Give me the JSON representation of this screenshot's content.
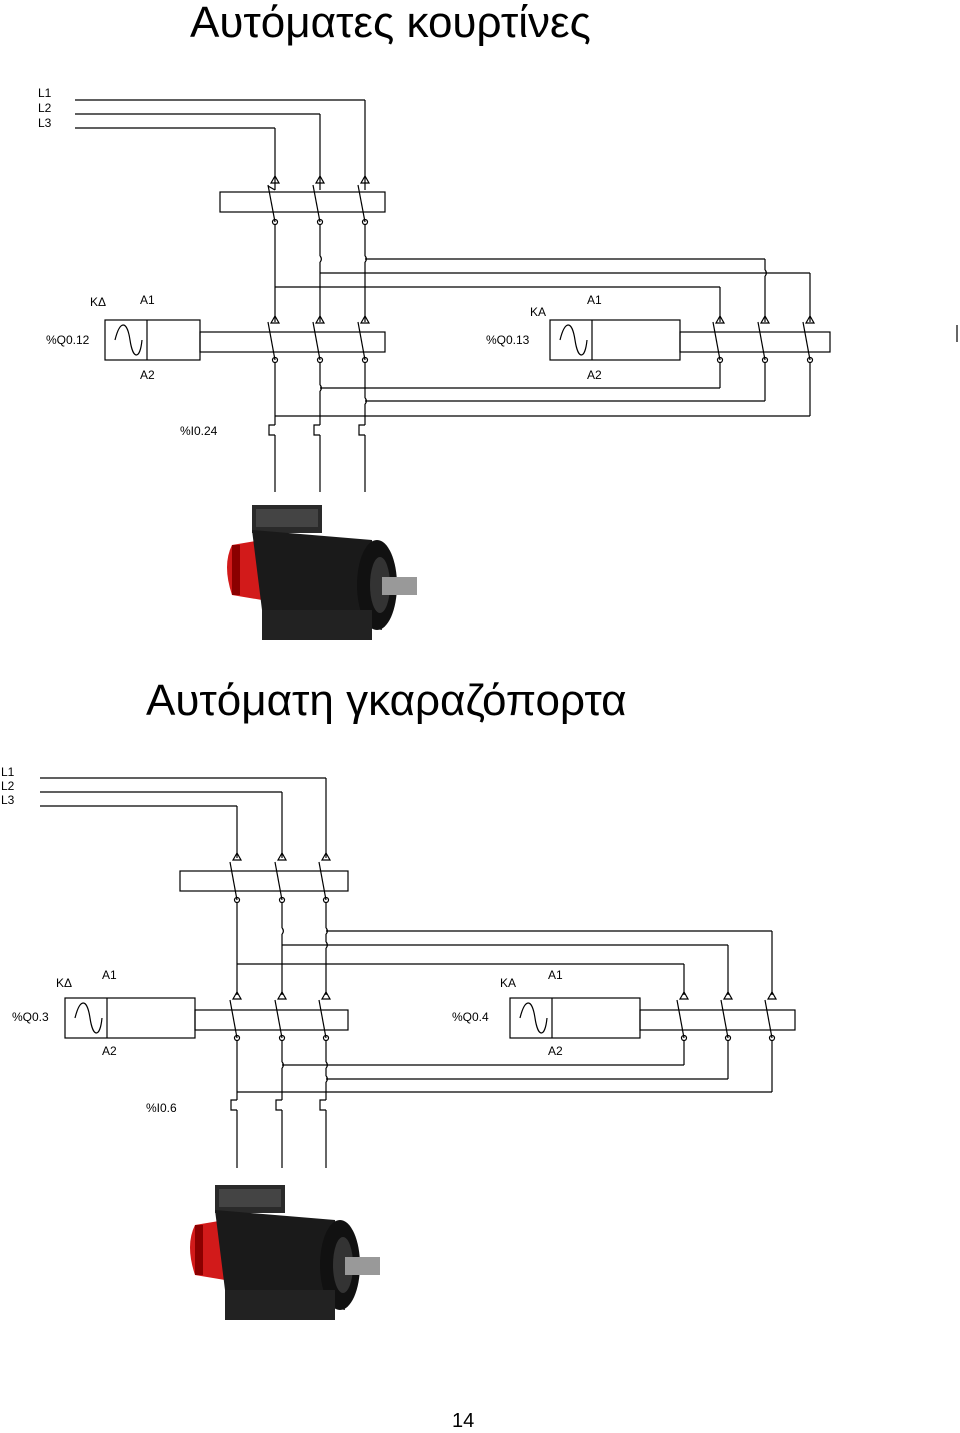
{
  "diagram1": {
    "title": "Αυτόματες κουρτίνες",
    "phases": [
      "L1",
      "L2",
      "L3"
    ],
    "contactor_left": {
      "name": "ΚΔ",
      "a1": "A1",
      "a2": "A2",
      "output": "%Q0.12"
    },
    "contactor_right": {
      "name": "ΚΑ",
      "a1": "A1",
      "a2": "A2",
      "output": "%Q0.13"
    },
    "input": "%I0.24"
  },
  "diagram2": {
    "title": "Αυτόματη γκαραζόπορτα",
    "phases": [
      "L1",
      "L2",
      "L3"
    ],
    "contactor_left": {
      "name": "ΚΔ",
      "a1": "A1",
      "a2": "A2",
      "output": "%Q0.3"
    },
    "contactor_right": {
      "name": "ΚΑ",
      "a1": "A1",
      "a2": "A2",
      "output": "%Q0.4"
    },
    "input": "%I0.6"
  },
  "page_number": "14",
  "colors": {
    "motor_body": "#1a1a1a",
    "motor_cap": "#d21a1a",
    "line": "#000000"
  }
}
